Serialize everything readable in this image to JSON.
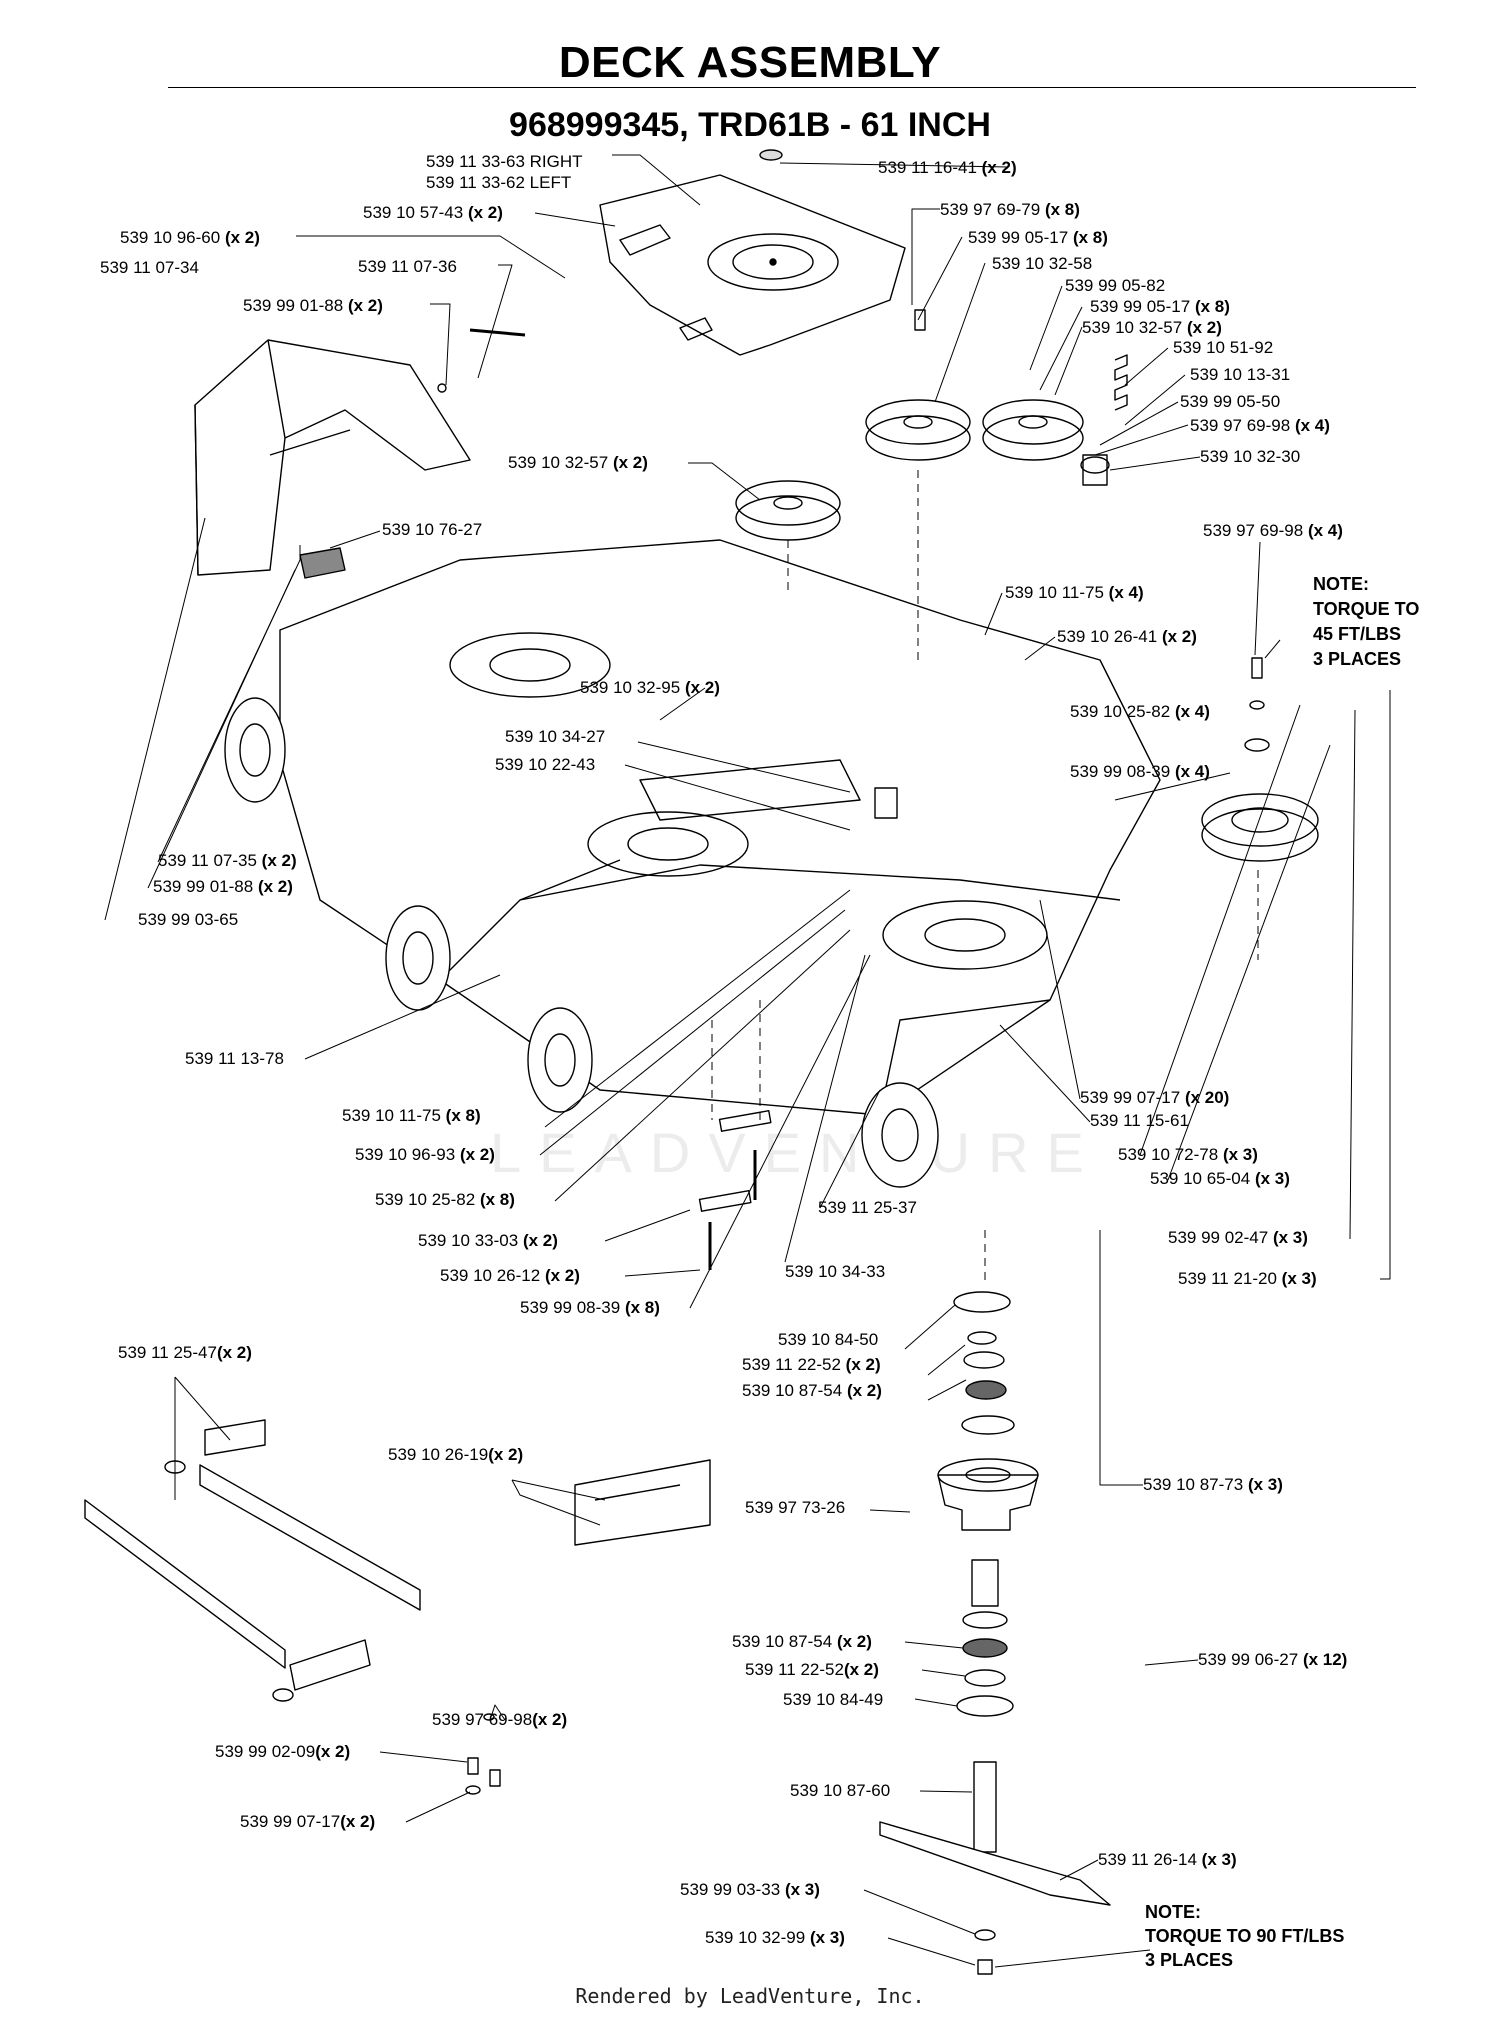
{
  "title": "DECK ASSEMBLY",
  "subtitle": "968999345, TRD61B - 61 INCH",
  "footer": "Rendered by LeadVenture, Inc.",
  "watermark": "LEADVENTURE",
  "notes": [
    {
      "id": "note-torque-45",
      "lines": [
        "NOTE:",
        "TORQUE TO",
        "45 FT/LBS",
        "3 PLACES"
      ]
    },
    {
      "id": "note-torque-90",
      "lines": [
        "NOTE:",
        "TORQUE TO 90 FT/LBS",
        "3 PLACES"
      ]
    }
  ],
  "callouts": [
    {
      "id": "c01",
      "part": "539 11 33-63 RIGHT",
      "qty": ""
    },
    {
      "id": "c02",
      "part": "539 11 33-62 LEFT",
      "qty": ""
    },
    {
      "id": "c03",
      "part": "539 11 16-41",
      "qty": "(x 2)"
    },
    {
      "id": "c04",
      "part": "539 10 57-43",
      "qty": "(x 2)"
    },
    {
      "id": "c05",
      "part": "539 10 96-60",
      "qty": "(x 2)"
    },
    {
      "id": "c06",
      "part": "539 11 07-34",
      "qty": ""
    },
    {
      "id": "c07",
      "part": "539 11 07-36",
      "qty": ""
    },
    {
      "id": "c08",
      "part": "539 99 01-88",
      "qty": "(x 2)"
    },
    {
      "id": "c09",
      "part": "539 97 69-79",
      "qty": "(x 8)"
    },
    {
      "id": "c10",
      "part": "539 99 05-17",
      "qty": "(x 8)"
    },
    {
      "id": "c11",
      "part": "539 10 32-58",
      "qty": ""
    },
    {
      "id": "c12",
      "part": "539 99 05-82",
      "qty": ""
    },
    {
      "id": "c13",
      "part": "539 99 05-17",
      "qty": "(x 8)"
    },
    {
      "id": "c14",
      "part": "539 10 32-57",
      "qty": "(x 2)"
    },
    {
      "id": "c15",
      "part": "539 10 51-92",
      "qty": ""
    },
    {
      "id": "c16",
      "part": "539 10 13-31",
      "qty": ""
    },
    {
      "id": "c17",
      "part": "539 99 05-50",
      "qty": ""
    },
    {
      "id": "c18",
      "part": "539 97 69-98",
      "qty": "(x 4)"
    },
    {
      "id": "c19",
      "part": "539 10 32-30",
      "qty": ""
    },
    {
      "id": "c20",
      "part": "539 10 32-57",
      "qty": "(x 2)"
    },
    {
      "id": "c21",
      "part": "539 10 76-27",
      "qty": ""
    },
    {
      "id": "c22",
      "part": "539 97 69-98",
      "qty": "(x 4)"
    },
    {
      "id": "c23",
      "part": "539 10 11-75",
      "qty": "(x 4)"
    },
    {
      "id": "c24",
      "part": "539 10 26-41",
      "qty": "(x 2)"
    },
    {
      "id": "c25",
      "part": "539 10 32-95",
      "qty": "(x 2)"
    },
    {
      "id": "c26",
      "part": "539 10 25-82",
      "qty": "(x 4)"
    },
    {
      "id": "c27",
      "part": "539 10 34-27",
      "qty": ""
    },
    {
      "id": "c28",
      "part": "539 10 22-43",
      "qty": ""
    },
    {
      "id": "c29",
      "part": "539 99 08-39",
      "qty": "(x 4)"
    },
    {
      "id": "c30",
      "part": "539 11 07-35",
      "qty": "(x 2)"
    },
    {
      "id": "c31",
      "part": "539 99 01-88",
      "qty": "(x 2)"
    },
    {
      "id": "c32",
      "part": "539 99 03-65",
      "qty": ""
    },
    {
      "id": "c33",
      "part": "539 11 13-78",
      "qty": ""
    },
    {
      "id": "c34",
      "part": "539 99 07-17",
      "qty": "(x 20)"
    },
    {
      "id": "c35",
      "part": "539 11 15-61",
      "qty": ""
    },
    {
      "id": "c36",
      "part": "539 10 11-75",
      "qty": "(x 8)"
    },
    {
      "id": "c37",
      "part": "539 10 72-78",
      "qty": "(x 3)"
    },
    {
      "id": "c38",
      "part": "539 10 96-93",
      "qty": "(x 2)"
    },
    {
      "id": "c39",
      "part": "539 10 65-04",
      "qty": "(x 3)"
    },
    {
      "id": "c40",
      "part": "539 10 25-82",
      "qty": "(x 8)"
    },
    {
      "id": "c41",
      "part": "539 11 25-37",
      "qty": ""
    },
    {
      "id": "c42",
      "part": "539 99 02-47",
      "qty": "(x 3)"
    },
    {
      "id": "c43",
      "part": "539 10 33-03",
      "qty": "(x 2)"
    },
    {
      "id": "c44",
      "part": "539 10 26-12",
      "qty": "(x 2)"
    },
    {
      "id": "c45",
      "part": "539 10 34-33",
      "qty": ""
    },
    {
      "id": "c46",
      "part": "539 11 21-20",
      "qty": "(x 3)"
    },
    {
      "id": "c47",
      "part": "539 99 08-39",
      "qty": "(x 8)"
    },
    {
      "id": "c48",
      "part": "539 10 84-50",
      "qty": ""
    },
    {
      "id": "c49",
      "part": "539 11 22-52",
      "qty": "(x 2)"
    },
    {
      "id": "c50",
      "part": "539 10 87-54",
      "qty": "(x 2)"
    },
    {
      "id": "c51",
      "part": "539 11 25-47",
      "qty": "(x 2)"
    },
    {
      "id": "c52",
      "part": "539 10 26-19",
      "qty": "(x 2)"
    },
    {
      "id": "c53",
      "part": "539 10 87-73",
      "qty": "(x 3)"
    },
    {
      "id": "c54",
      "part": "539 97 73-26",
      "qty": ""
    },
    {
      "id": "c55",
      "part": "539 10 87-54",
      "qty": "(x 2)"
    },
    {
      "id": "c56",
      "part": "539 99 06-27",
      "qty": "(x 12)"
    },
    {
      "id": "c57",
      "part": "539 11 22-52",
      "qty": "(x 2)"
    },
    {
      "id": "c58",
      "part": "539 10 84-49",
      "qty": ""
    },
    {
      "id": "c59",
      "part": "539 97 69-98",
      "qty": "(x 2)"
    },
    {
      "id": "c60",
      "part": "539 99 02-09",
      "qty": "(x 2)"
    },
    {
      "id": "c61",
      "part": "539 10 87-60",
      "qty": ""
    },
    {
      "id": "c62",
      "part": "539 99 07-17",
      "qty": "(x 2)"
    },
    {
      "id": "c63",
      "part": "539 11 26-14",
      "qty": "(x 3)"
    },
    {
      "id": "c64",
      "part": "539 99 03-33",
      "qty": "(x 3)"
    },
    {
      "id": "c65",
      "part": "539 10 32-99",
      "qty": "(x 3)"
    }
  ]
}
